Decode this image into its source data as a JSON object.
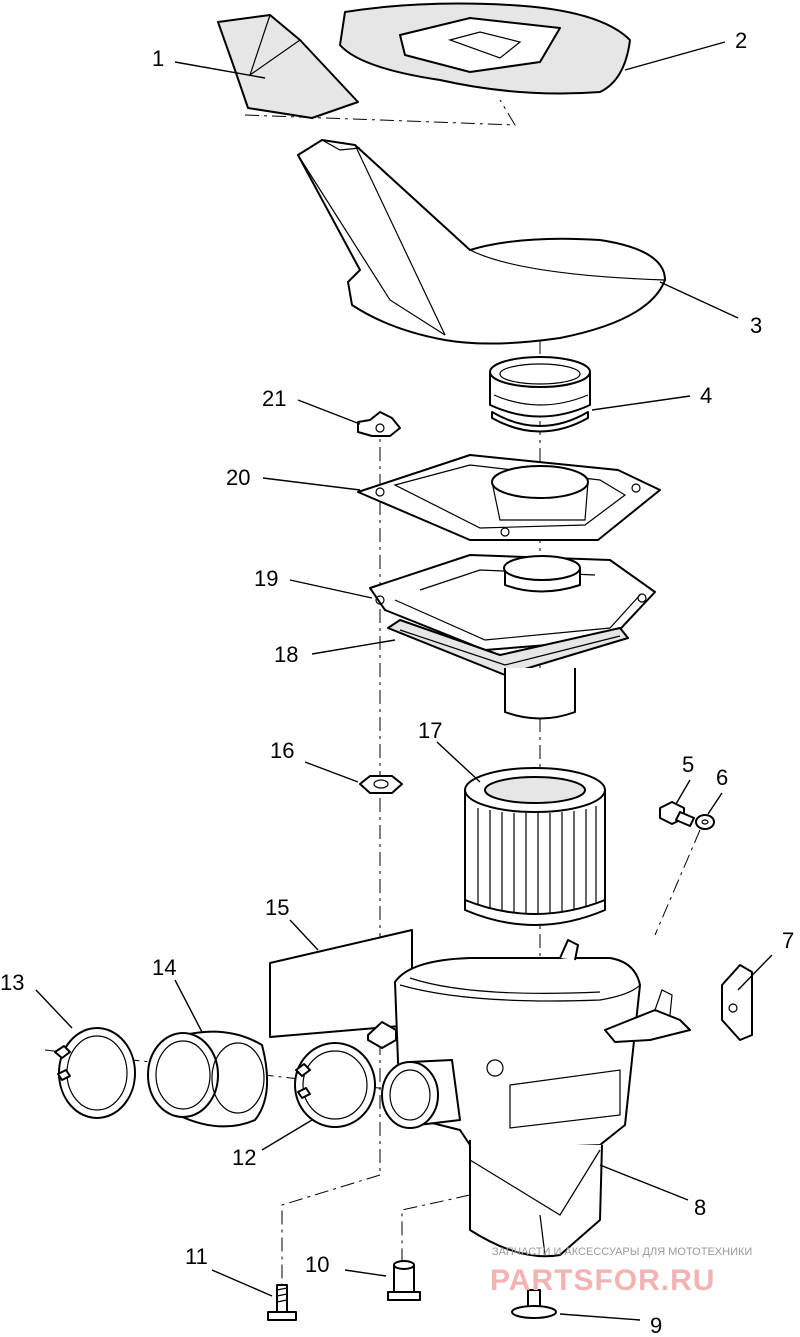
{
  "callouts": [
    "1",
    "2",
    "3",
    "4",
    "5",
    "6",
    "7",
    "8",
    "9",
    "10",
    "11",
    "12",
    "13",
    "14",
    "15",
    "16",
    "17",
    "18",
    "19",
    "20",
    "21"
  ],
  "watermark": {
    "line1": "ЗАПЧАСТИ И АКСЕССУАРЫ ДЛЯ МОТОТЕХНИКИ",
    "line2": "PARTSFOR.RU"
  },
  "colors": {
    "ink": "#000000",
    "paper": "#ffffff",
    "watermark_red": "#f3b3b3",
    "watermark_grey": "#9a9a9a"
  }
}
